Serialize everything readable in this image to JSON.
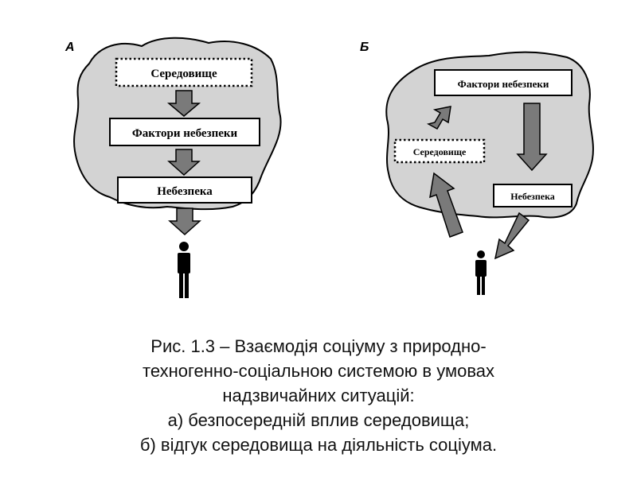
{
  "panel_a": {
    "letter": "А",
    "boxes": {
      "environment": "Середовище",
      "factors": "Фактори небезпеки",
      "danger": "Небезпека"
    }
  },
  "panel_b": {
    "letter": "Б",
    "boxes": {
      "factors": "Фактори небезпеки",
      "environment": "Середовище",
      "danger": "Небезпека"
    }
  },
  "colors": {
    "cloud_fill": "#d3d3d3",
    "arrow_fill": "#7a7a7a",
    "box_fill": "#ffffff",
    "stroke": "#000000"
  },
  "icons": [
    "person-icon",
    "arrow-down-icon",
    "arrow-diagonal-icon"
  ],
  "caption": {
    "line1": "Рис. 1.3 – Взаємодія соціуму з природно-",
    "line2": "техногенно-соціальною системою в умовах",
    "line3": "надзвичайних ситуацій:",
    "line4": "а) безпосередній вплив середовища;",
    "line5": "б) відгук середовища на діяльність соціума."
  }
}
